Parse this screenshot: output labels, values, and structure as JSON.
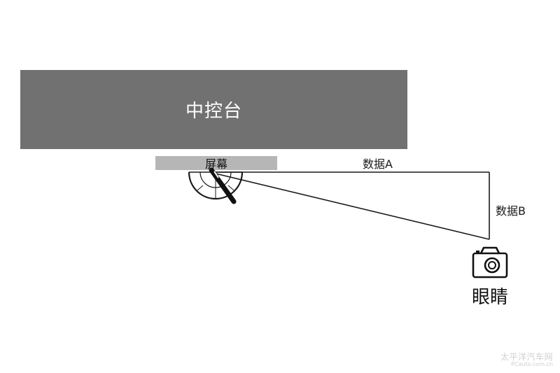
{
  "labels": {
    "console": "中控台",
    "screen": "屏幕",
    "data_a": "数据A",
    "data_b": "数据B",
    "eyes": "眼睛"
  },
  "watermark": {
    "main": "太平洋汽车网",
    "sub": "PCauto.com.cn"
  },
  "icons": {
    "protractor": "protractor-icon",
    "pencil": "pencil-icon",
    "camera": "camera-icon"
  }
}
